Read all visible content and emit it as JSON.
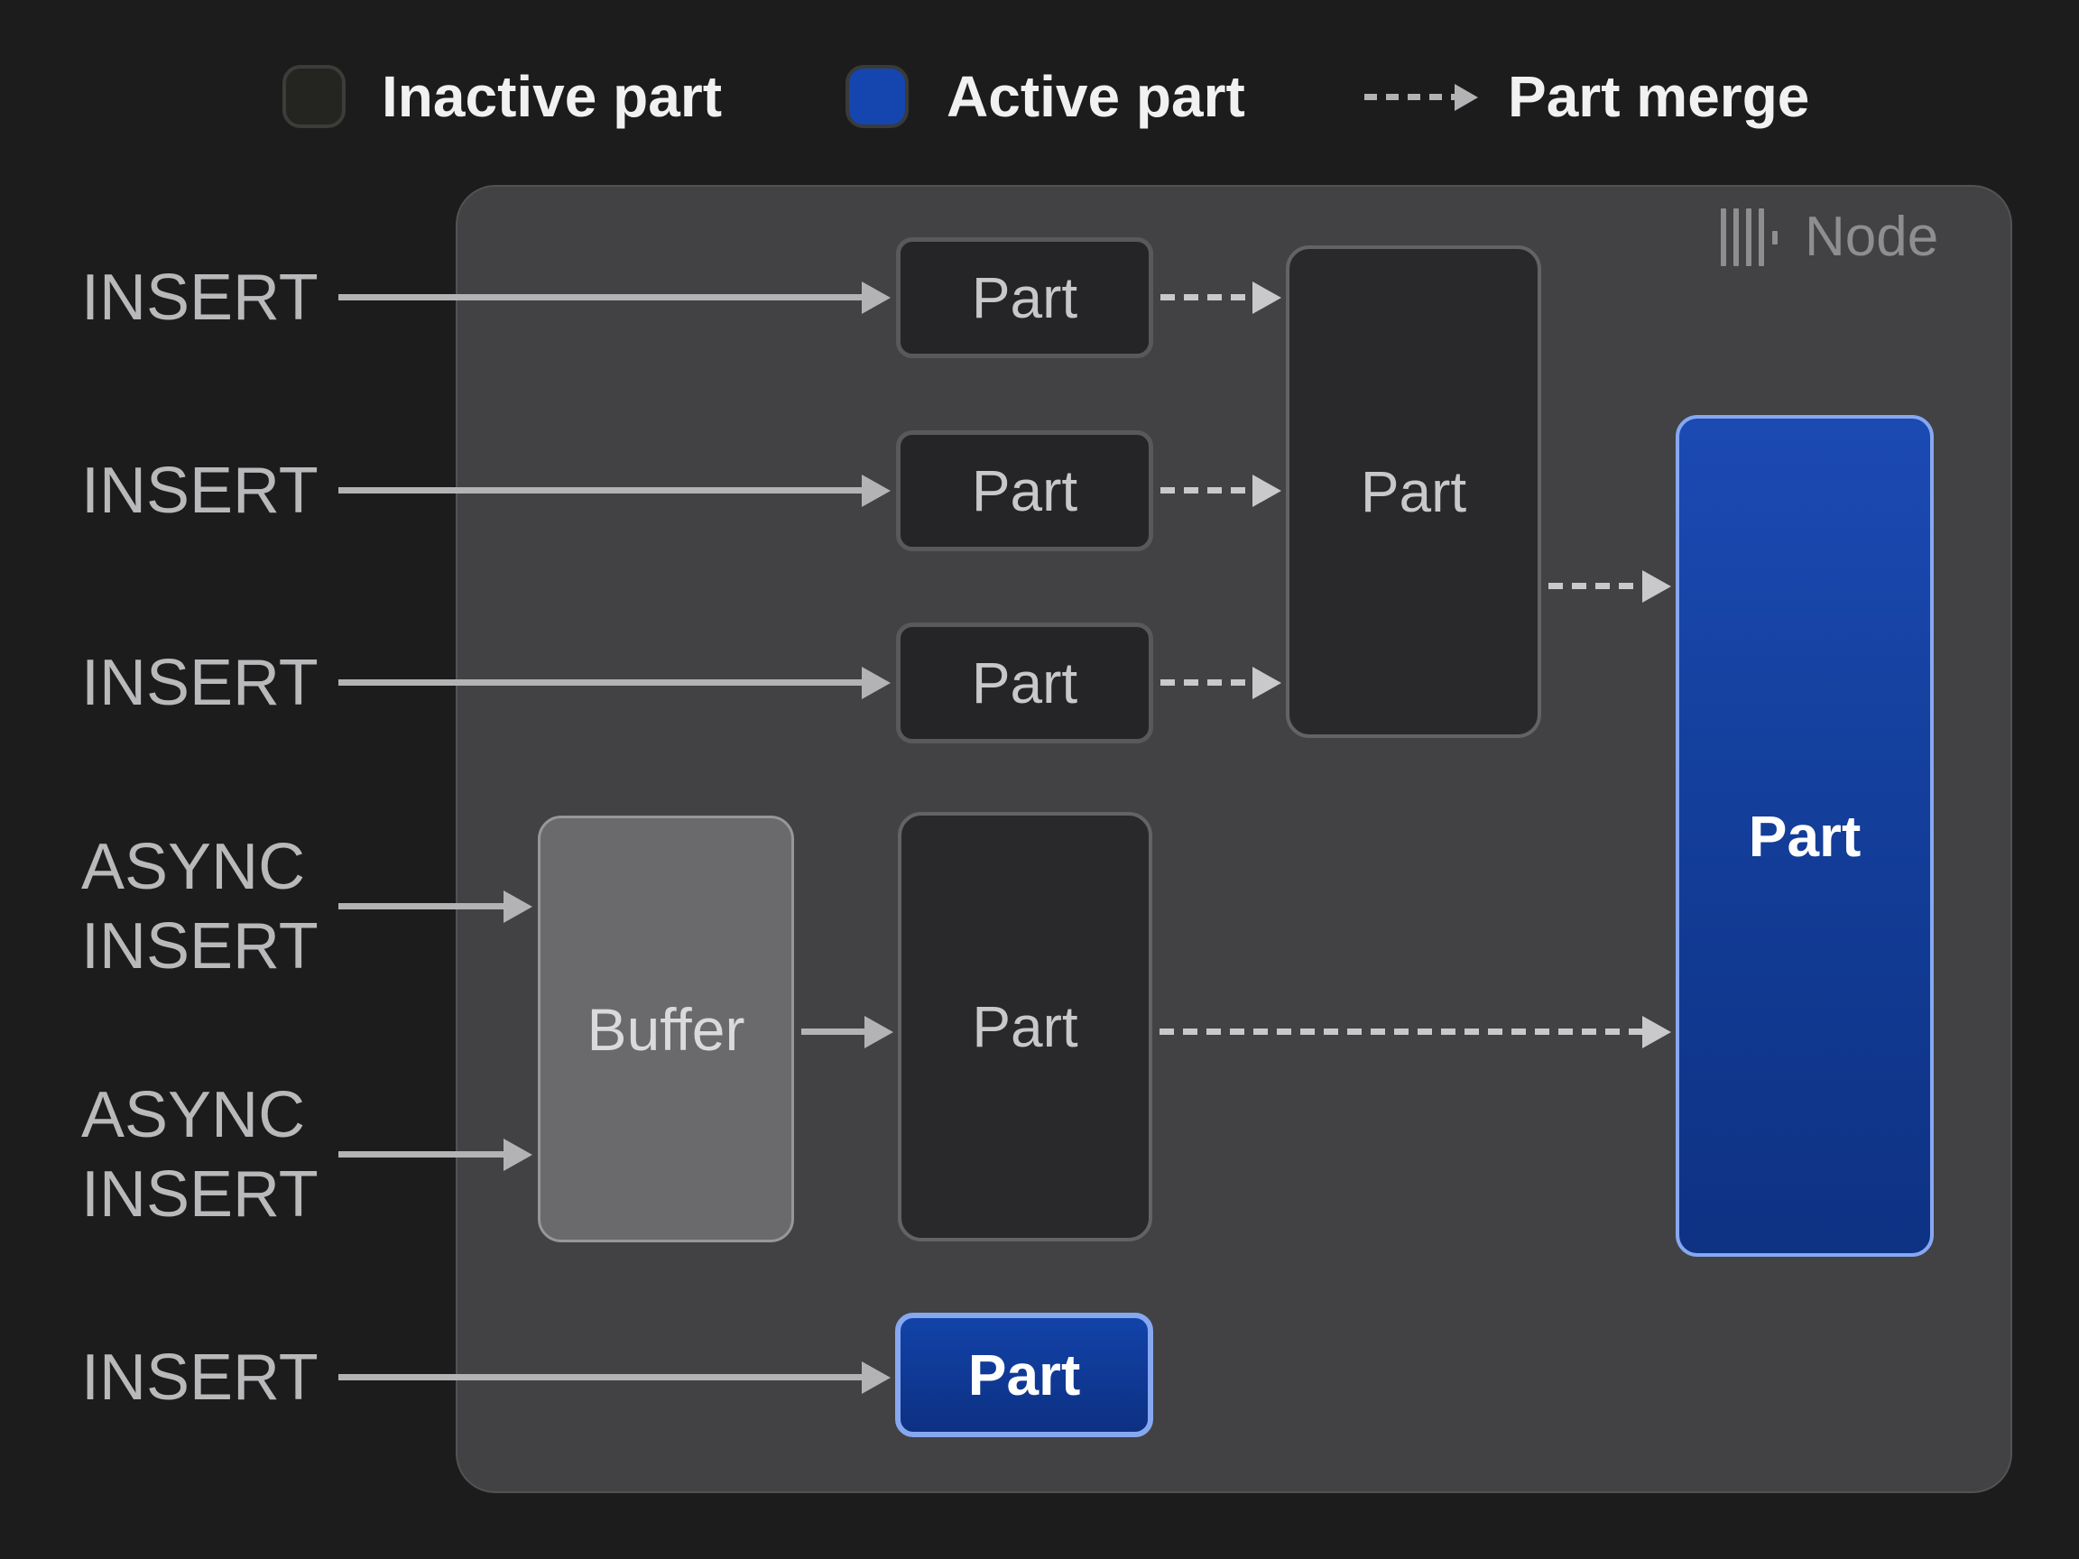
{
  "legend": {
    "items": [
      {
        "id": "inactive",
        "label": "Inactive part"
      },
      {
        "id": "active",
        "label": "Active part"
      },
      {
        "id": "merge",
        "label": "Part merge"
      }
    ]
  },
  "node": {
    "title": "Node",
    "icon": "clickhouse-bars-icon"
  },
  "left_labels": [
    {
      "line1": "INSERT"
    },
    {
      "line1": "INSERT"
    },
    {
      "line1": "INSERT"
    },
    {
      "line1": "ASYNC",
      "line2": "INSERT"
    },
    {
      "line1": "ASYNC",
      "line2": "INSERT"
    },
    {
      "line1": "INSERT"
    }
  ],
  "boxes": {
    "part1": "Part",
    "part2": "Part",
    "part3": "Part",
    "merge_part": "Part",
    "buffer": "Buffer",
    "async_part": "Part",
    "active_part_large": "Part",
    "active_part_small": "Part"
  },
  "colors": {
    "background": "#1c1c1d",
    "node_background": "#424244",
    "inactive_part_fill": "#252527",
    "active_part_blue": "#1545ae",
    "active_part_border": "#86a8f1",
    "buffer_fill": "#6a6a6d",
    "arrow_gray": "#b3b3b5",
    "dashed_arrow_gray": "#c9c9cb",
    "legend_text": "#f1f1f1",
    "muted_text": "#b9b9bb"
  }
}
